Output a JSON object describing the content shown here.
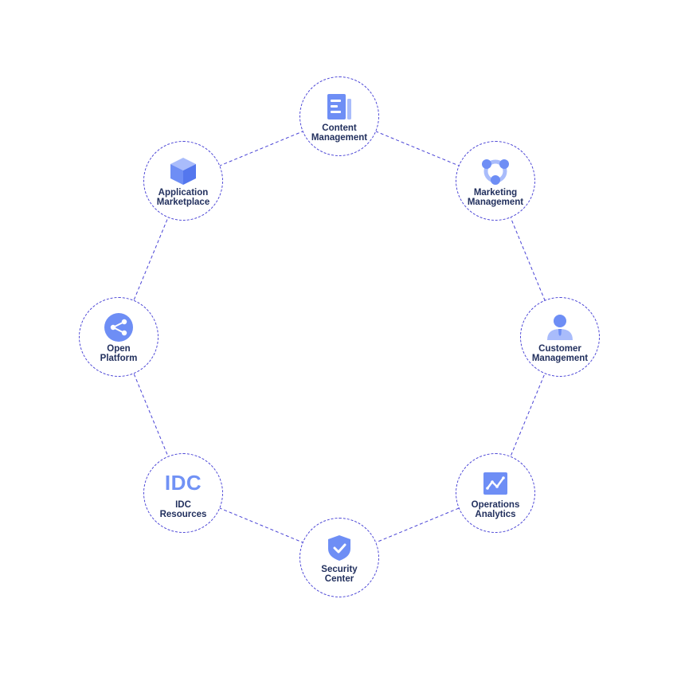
{
  "colors": {
    "ring": "#4a44d6",
    "icon": "#6e8ef5",
    "icon_light": "#a9bcfb",
    "label": "#22305e"
  },
  "nodes": [
    {
      "id": "content",
      "label": "Content\nManagement",
      "icon": "document-icon"
    },
    {
      "id": "marketing",
      "label": "Marketing\nManagement",
      "icon": "share-cycle-icon"
    },
    {
      "id": "customer",
      "label": "Customer\nManagement",
      "icon": "person-icon"
    },
    {
      "id": "operations",
      "label": "Operations\nAnalytics",
      "icon": "line-chart-icon"
    },
    {
      "id": "security",
      "label": "Security\nCenter",
      "icon": "shield-check-icon"
    },
    {
      "id": "idc",
      "label": "IDC\nResources",
      "icon": "idc-icon",
      "icon_text": "IDC"
    },
    {
      "id": "open",
      "label": "Open\nPlatform",
      "icon": "share-icon"
    },
    {
      "id": "application",
      "label": "Application\nMarketplace",
      "icon": "cube-icon"
    }
  ]
}
